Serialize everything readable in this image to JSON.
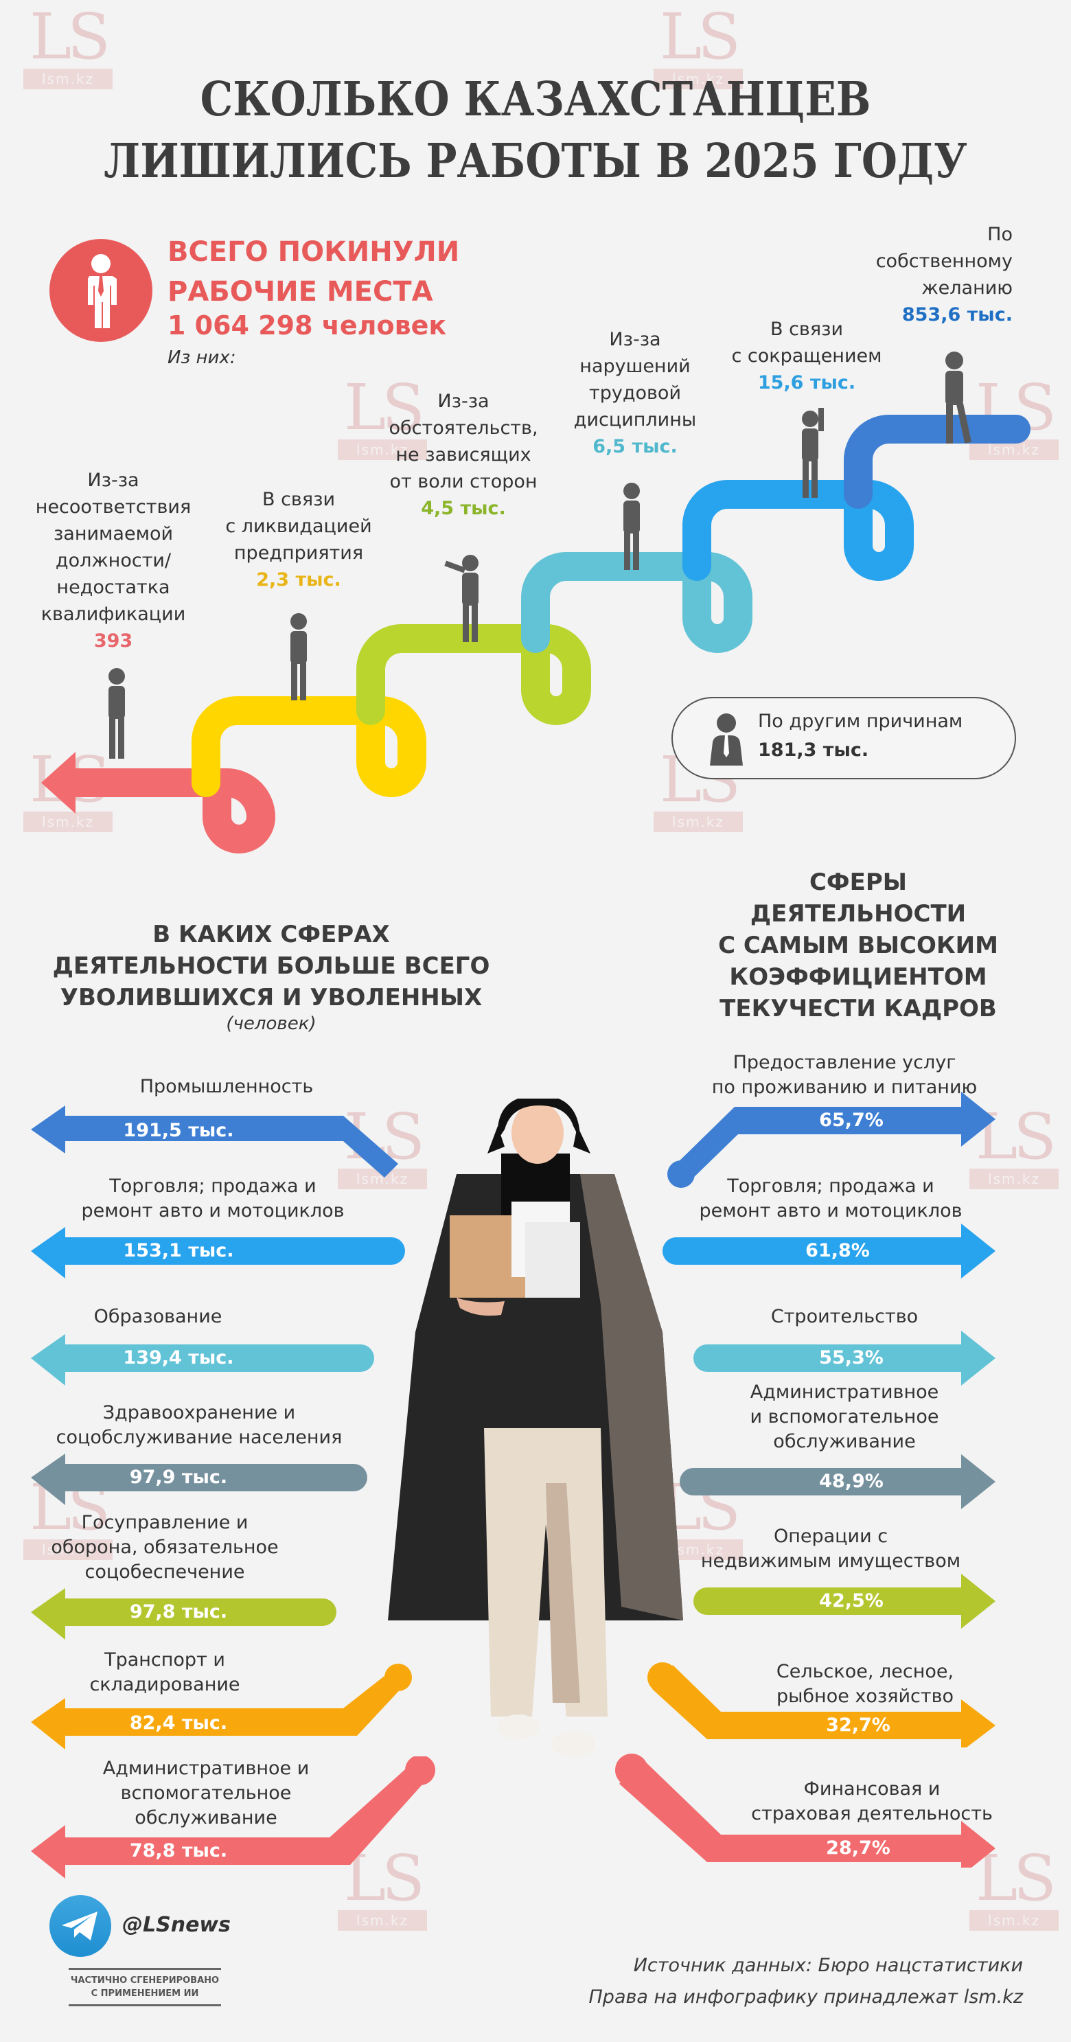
{
  "title": {
    "line1": "СКОЛЬКО КАЗАХСТАНЦЕВ",
    "line2": "ЛИШИЛИСЬ РАБОТЫ В 2025 ГОДУ"
  },
  "watermark": {
    "logo": "LS",
    "site": "lsm.kz"
  },
  "total": {
    "heading_line1": "ВСЕГО ПОКИНУЛИ",
    "heading_line2": "РАБОЧИЕ МЕСТА",
    "value": "1 064 298 человек",
    "sub": "Из них:",
    "icon": "person-icon",
    "color": "#e85a5a"
  },
  "reasons": [
    {
      "label": [
        "Из-за",
        "несоответствия",
        "занимаемой",
        "должности/",
        "недостатка",
        "квалификации"
      ],
      "value": "393",
      "color": "#e8656b"
    },
    {
      "label": [
        "В связи",
        "с ликвидацией",
        "предприятия"
      ],
      "value": "2,3 тыс.",
      "color": "#e9b416"
    },
    {
      "label": [
        "Из-за",
        "обстоятельств,",
        "не зависящих",
        "от воли сторон"
      ],
      "value": "4,5 тыс.",
      "color": "#8bb52a"
    },
    {
      "label": [
        "Из-за",
        "нарушений",
        "трудовой",
        "дисциплины"
      ],
      "value": "6,5 тыс.",
      "color": "#4fb8cc"
    },
    {
      "label": [
        "В связи",
        "с сокращением"
      ],
      "value": "15,6 тыс.",
      "color": "#2d9fe0"
    },
    {
      "label": [
        "По",
        "собственному",
        "желанию"
      ],
      "value": "853,6 тыс.",
      "color": "#1f6fc4"
    }
  ],
  "other": {
    "label": "По другим причинам",
    "value": "181,3 тыс."
  },
  "left_section": {
    "title_lines": [
      "В КАКИХ СФЕРАХ",
      "ДЕЯТЕЛЬНОСТИ БОЛЬШЕ ВСЕГО",
      "УВОЛИВШИХСЯ И УВОЛЕННЫХ"
    ],
    "unit": "(человек)",
    "items": [
      {
        "label": [
          "Промышленность"
        ],
        "value": "191,5 тыс.",
        "color": "#3e7fd3"
      },
      {
        "label": [
          "Торговля; продажа и",
          "ремонт авто и мотоциклов"
        ],
        "value": "153,1 тыс.",
        "color": "#28a3ee"
      },
      {
        "label": [
          "Образование"
        ],
        "value": "139,4 тыс.",
        "color": "#62c3d6"
      },
      {
        "label": [
          "Здравоохранение и",
          "соцобслуживание населения"
        ],
        "value": "97,9 тыс.",
        "color": "#76919e"
      },
      {
        "label": [
          "Госуправление и",
          "оборона, обязательное",
          "соцобеспечение"
        ],
        "value": "97,8 тыс.",
        "color": "#b3c62e"
      },
      {
        "label": [
          "Транспорт и",
          "складирование"
        ],
        "value": "82,4 тыс.",
        "color": "#f8a80c"
      },
      {
        "label": [
          "Административное и",
          "вспомогательное",
          "обслуживание"
        ],
        "value": "78,8 тыс.",
        "color": "#f26b6e"
      }
    ]
  },
  "right_section": {
    "title_lines": [
      "СФЕРЫ",
      "ДЕЯТЕЛЬНОСТИ",
      "С САМЫМ ВЫСОКИМ",
      "КОЭФФИЦИЕНТОМ",
      "ТЕКУЧЕСТИ КАДРОВ"
    ],
    "items": [
      {
        "label": [
          "Предоставление услуг",
          "по проживанию и питанию"
        ],
        "value": "65,7%",
        "color": "#3e7fd3"
      },
      {
        "label": [
          "Торговля; продажа и",
          "ремонт авто и мотоциклов"
        ],
        "value": "61,8%",
        "color": "#28a3ee"
      },
      {
        "label": [
          "Строительство"
        ],
        "value": "55,3%",
        "color": "#62c3d6"
      },
      {
        "label": [
          "Административное",
          "и вспомогательное",
          "обслуживание"
        ],
        "value": "48,9%",
        "color": "#76919e"
      },
      {
        "label": [
          "Операции с",
          "недвижимым имуществом"
        ],
        "value": "42,5%",
        "color": "#b3c62e"
      },
      {
        "label": [
          "Сельское, лесное,",
          "рыбное хозяйство"
        ],
        "value": "32,7%",
        "color": "#f8a80c"
      },
      {
        "label": [
          "Финансовая и",
          "страховая деятельность"
        ],
        "value": "28,7%",
        "color": "#f26b6e"
      }
    ]
  },
  "footer": {
    "telegram_handle": "@LSnews",
    "ai_note_line1": "ЧАСТИЧНО СГЕНЕРИРОВАНО",
    "ai_note_line2": "С ПРИМЕНЕНИЕМ ИИ",
    "source": "Источник данных: Бюро нацстатистики",
    "rights": "Права на инфографику принадлежат lsm.kz"
  },
  "chart_data": [
    {
      "type": "bar",
      "title": "Сколько казахстанцев лишились работы в 2025 году — причины",
      "total": 1064298,
      "categories": [
        "Несоответствие должности/недостаток квалификации",
        "Ликвидация предприятия",
        "Обстоятельства, не зависящие от воли сторон",
        "Нарушения трудовой дисциплины",
        "Сокращение",
        "По собственному желанию",
        "По другим причинам"
      ],
      "values": [
        393,
        2300,
        4500,
        6500,
        15600,
        853600,
        181300
      ],
      "ylabel": "человек"
    },
    {
      "type": "bar",
      "title": "В каких сферах деятельности больше всего уволившихся и уволенных (человек)",
      "categories": [
        "Промышленность",
        "Торговля; продажа и ремонт авто и мотоциклов",
        "Образование",
        "Здравоохранение и соцобслуживание населения",
        "Госуправление и оборона, обязательное соцобеспечение",
        "Транспорт и складирование",
        "Административное и вспомогательное обслуживание"
      ],
      "values": [
        191500,
        153100,
        139400,
        97900,
        97800,
        82400,
        78800
      ],
      "ylabel": "человек"
    },
    {
      "type": "bar",
      "title": "Сферы деятельности с самым высоким коэффициентом текучести кадров",
      "categories": [
        "Предоставление услуг по проживанию и питанию",
        "Торговля; продажа и ремонт авто и мотоциклов",
        "Строительство",
        "Административное и вспомогательное обслуживание",
        "Операции с недвижимым имуществом",
        "Сельское, лесное, рыбное хозяйство",
        "Финансовая и страховая деятельность"
      ],
      "values": [
        65.7,
        61.8,
        55.3,
        48.9,
        42.5,
        32.7,
        28.7
      ],
      "ylabel": "%"
    }
  ]
}
